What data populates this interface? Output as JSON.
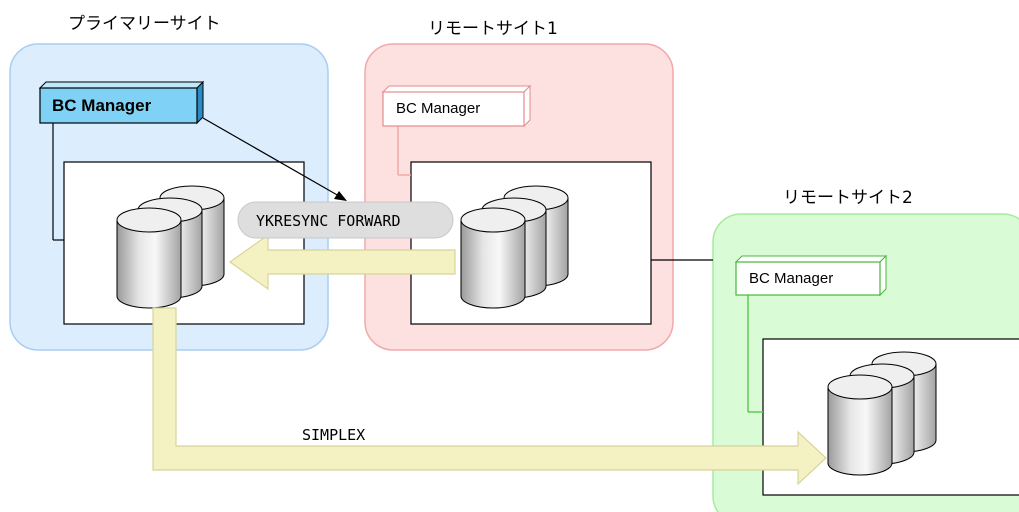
{
  "sites": {
    "primary": {
      "title": "プライマリーサイト",
      "manager_label": "BC Manager"
    },
    "remote1": {
      "title": "リモートサイト1",
      "manager_label": "BC Manager"
    },
    "remote2": {
      "title": "リモートサイト2",
      "manager_label": "BC Manager"
    }
  },
  "arrows": {
    "resync_label": "YKRESYNC FORWARD",
    "simplex_label": "SIMPLEX"
  },
  "colors": {
    "primary_fill": "#dceefe",
    "primary_stroke": "#a9cdf1",
    "remote1_fill": "#fde0e0",
    "remote1_stroke": "#f2a9a9",
    "remote2_fill": "#d9fbd6",
    "remote2_stroke": "#a6eba0",
    "arrow_fill": "#f4f1c2",
    "arrow_stroke": "#d8d49a",
    "label_pill": "#dedede"
  }
}
